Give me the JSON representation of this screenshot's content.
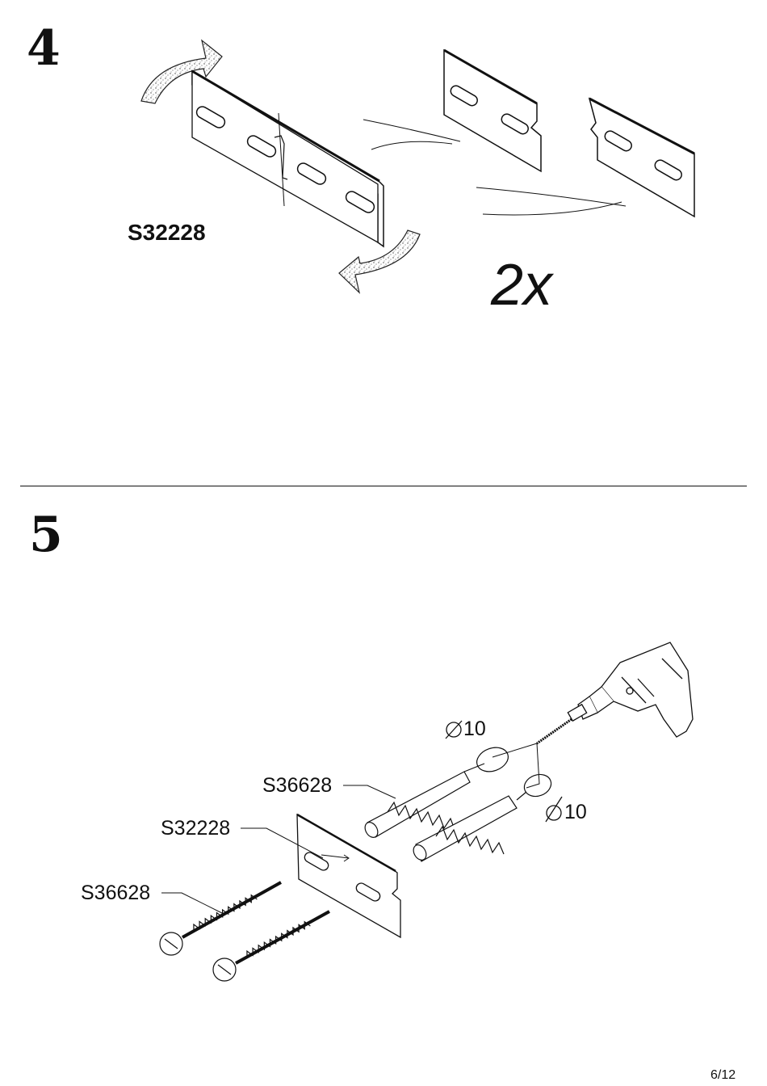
{
  "steps": [
    {
      "number": "4"
    },
    {
      "number": "5"
    }
  ],
  "step4": {
    "part_code": "S32228",
    "quantity": "2x"
  },
  "step5": {
    "label_dowel": "S36628",
    "label_bracket": "S32228",
    "label_screw": "S36628",
    "drill_diameter_1": "10",
    "drill_diameter_2": "10"
  },
  "footer": {
    "page_number": "6/12"
  }
}
